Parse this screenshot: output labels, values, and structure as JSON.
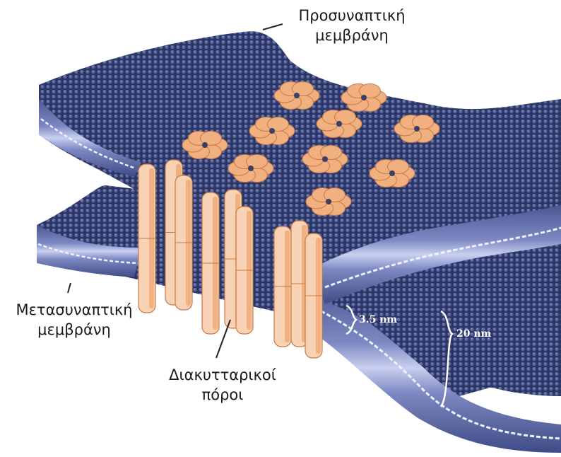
{
  "labels": {
    "presynaptic": [
      "Προσυναπτική",
      "μεμβράνη"
    ],
    "postsynaptic": [
      "Μετασυναπτική",
      "μεμβράνη"
    ],
    "channels": [
      "Διακυτταρικοί",
      "πόροι"
    ]
  },
  "measurements": {
    "bilayer_thickness": "3.5 nm",
    "gap_width": "20 nm"
  },
  "colors": {
    "membrane_dark": "#2e3a6b",
    "membrane_mid": "#6c78b4",
    "membrane_light": "#a9b2de",
    "connexon": "#f0b07f",
    "connexon_dark": "#c97a43",
    "connexon_light": "#f7d2b4"
  }
}
